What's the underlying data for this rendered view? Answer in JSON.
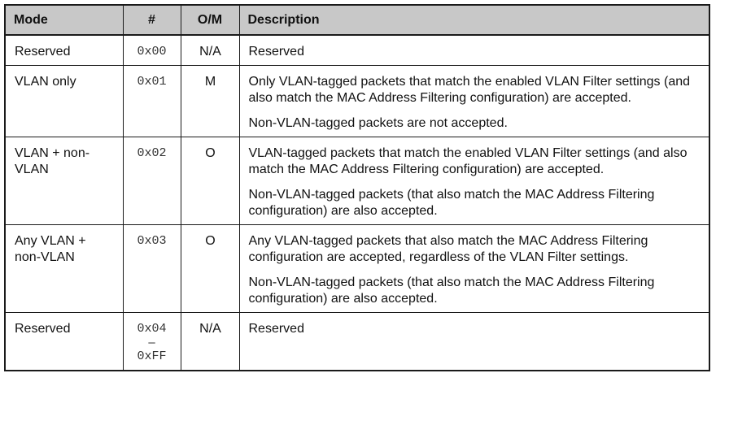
{
  "table": {
    "headers": {
      "mode": "Mode",
      "num": "#",
      "om": "O/M",
      "description": "Description"
    },
    "rows": [
      {
        "mode": "Reserved",
        "num": "0x00",
        "om": "N/A",
        "description": [
          "Reserved"
        ]
      },
      {
        "mode": "VLAN only",
        "num": "0x01",
        "om": "M",
        "description": [
          "Only VLAN-tagged packets that match the enabled VLAN Filter settings (and also match the MAC Address Filtering configuration) are accepted.",
          "Non-VLAN-tagged packets are not accepted."
        ]
      },
      {
        "mode": "VLAN + non-VLAN",
        "num": "0x02",
        "om": "O",
        "description": [
          "VLAN-tagged packets that match the enabled VLAN Filter settings (and also match the MAC Address Filtering configuration) are accepted.",
          "Non-VLAN-tagged packets (that also match the MAC Address Filtering configuration) are also accepted."
        ]
      },
      {
        "mode": "Any VLAN + non-VLAN",
        "num": "0x03",
        "om": "O",
        "description": [
          "Any VLAN-tagged packets that also match the MAC Address Filtering configuration are accepted, regardless of the VLAN Filter settings.",
          "Non-VLAN-tagged packets (that also match the MAC Address Filtering configuration) are also accepted."
        ]
      },
      {
        "mode": "Reserved",
        "num_start": "0x04",
        "num_sep": "–",
        "num_end": "0xFF",
        "om": "N/A",
        "description": [
          "Reserved"
        ]
      }
    ]
  }
}
